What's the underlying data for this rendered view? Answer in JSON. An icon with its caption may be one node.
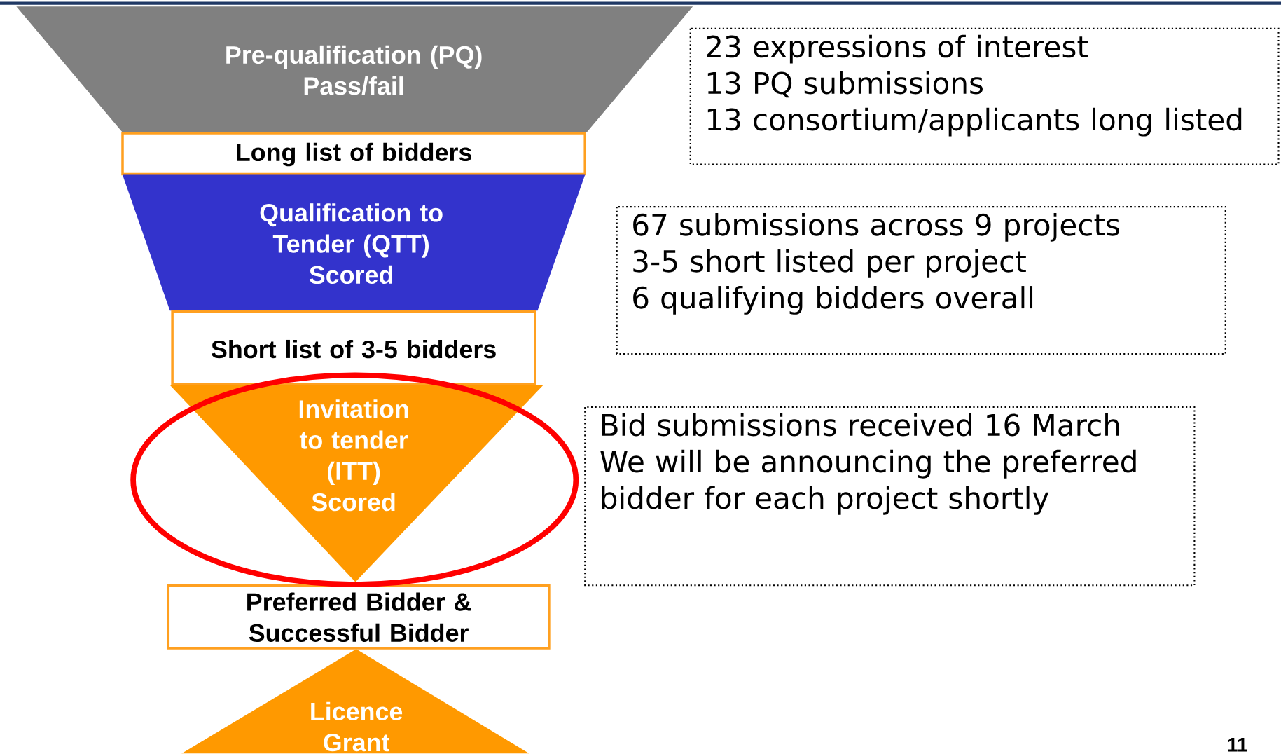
{
  "diagram": {
    "nodes": [
      {
        "text": [
          "Pre-qualification (PQ)",
          "Pass/fail"
        ]
      },
      {
        "text": [
          "Long list of bidders"
        ]
      },
      {
        "text": [
          "Qualification to Tender (QTT)",
          "Scored"
        ]
      },
      {
        "text": [
          "Short list of 3-5 bidders"
        ]
      },
      {
        "text": [
          "Invitation to tender (ITT)",
          "Scored"
        ]
      },
      {
        "text": [
          "Preferred Bidder & Successful Bidder"
        ]
      },
      {
        "text": [
          "Licence Grant"
        ]
      },
      {
        "text": [
          "23 expressions of interest",
          "13 PQ submissions",
          "13 consortium/applicants long listed"
        ]
      },
      {
        "text": [
          "67 submissions across 9 projects",
          "3-5 short listed per project",
          "6 qualifying bidders overall"
        ]
      },
      {
        "text": [
          "Bid submissions received 16 March",
          "We will be announcing the preferred bidder for each project shortly"
        ]
      }
    ],
    "labels": [
      "11"
    ]
  }
}
